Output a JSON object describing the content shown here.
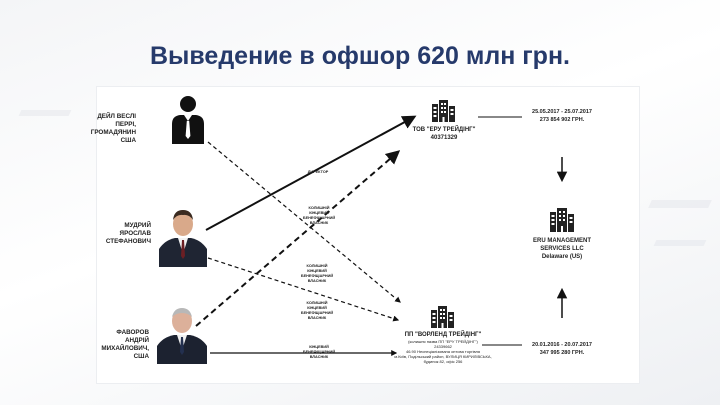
{
  "title": "Выведение в офшор 620 млн грн.",
  "persons": [
    {
      "name_lines": [
        "ДЕЙЛ ВЕСЛІ",
        "ПЕРРІ,",
        "ГРОМАДЯНИН",
        "США"
      ],
      "icon": "businessman-silhouette-icon"
    },
    {
      "name_lines": [
        "МУДРИЙ",
        "ЯРОСЛАВ",
        "СТЕФАНОВИЧ"
      ],
      "icon": "person-photo"
    },
    {
      "name_lines": [
        "ФАВОРОВ",
        "АНДРІЙ",
        "МИХАЙЛОВИЧ,",
        "США"
      ],
      "icon": "person-photo"
    }
  ],
  "companies": {
    "eru_trading": {
      "name": "ТОВ \"ЕРУ ТРЕЙДІНГ\"",
      "code": "40371329",
      "icon": "office-building-icon"
    },
    "eru_management": {
      "name_lines": [
        "ERU MANAGEMENT",
        "SERVICES LLC"
      ],
      "location": "Delaware (US)",
      "icon": "office-building-icon"
    },
    "world_trading": {
      "name": "ПП \"ВОРЛЕНД ТРЕЙДІНГ\"",
      "details": [
        "(колишня назва ПП \"ЕРУ ТРЕЙДІНГ\")",
        "24339662",
        "46.90 Неспеціалізована оптова торгівля",
        "м.Київ, Подільський район, ВУЛИЦЯ КИРИЛІВСЬКА,",
        "будинок 82, офіс 256"
      ],
      "icon": "office-building-icon"
    }
  },
  "relations": {
    "director": "ДИРЕКТОР",
    "former_beneficiary": [
      "КОЛИШНІЙ",
      "КІНЦЕВИЙ",
      "БЕНЕФІЦІАРНИЙ",
      "ВЛАСНИК"
    ],
    "beneficiary": [
      "КІНЦЕВИЙ",
      "БЕНЕФІЦІАРНИЙ",
      "ВЛАСНИК"
    ]
  },
  "transfers": {
    "top": {
      "period": "25.05.2017 - 25.07.2017",
      "amount": "273 854 902 грн."
    },
    "bottom": {
      "period": "20.01.2016 - 20.07.2017",
      "amount": "347 995 280 грн."
    }
  }
}
